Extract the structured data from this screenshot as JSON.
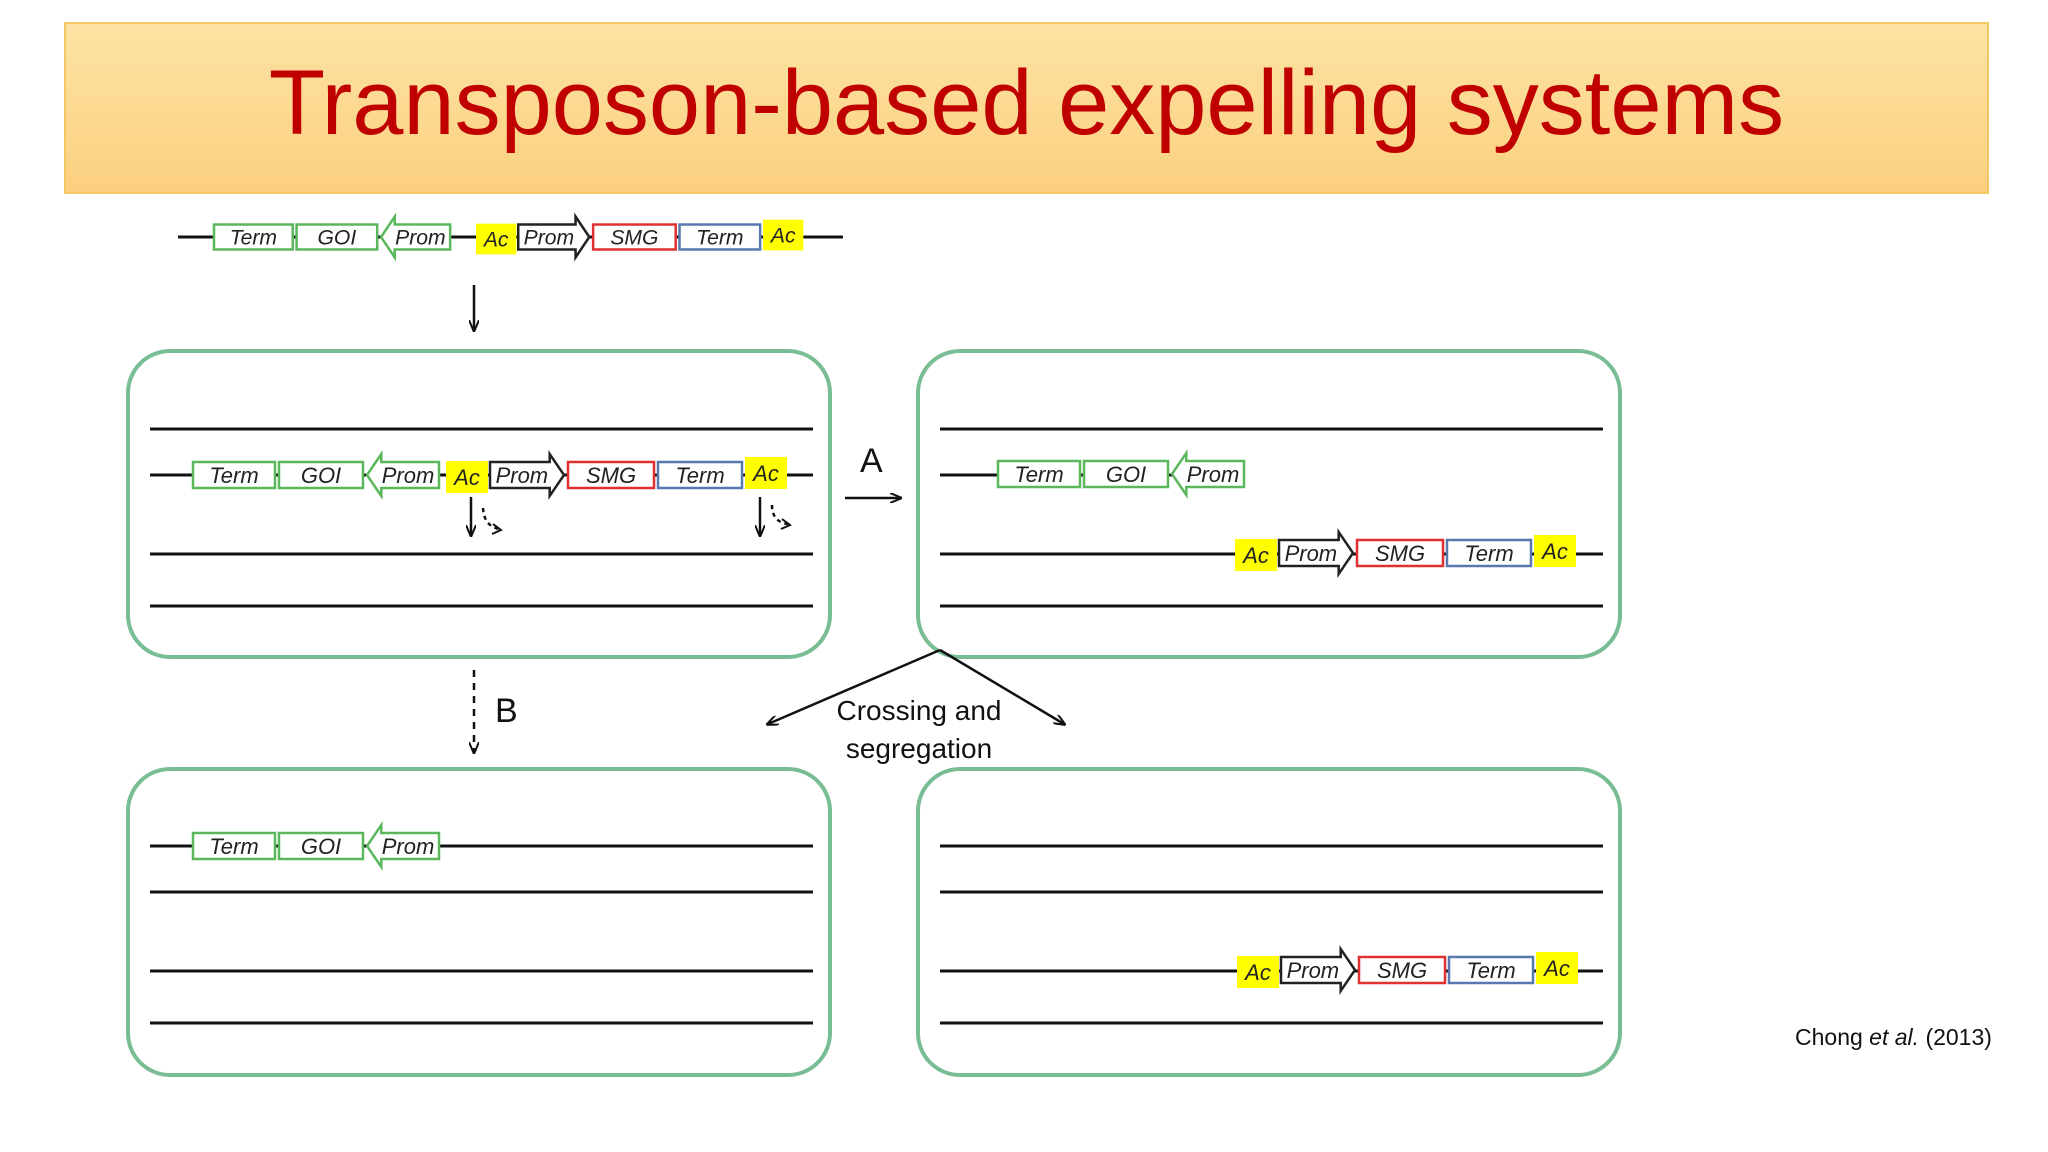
{
  "slide": {
    "title": "Transposon-based expelling systems",
    "citation": {
      "author": "Chong",
      "etal": "et al.",
      "year": "(2013)"
    }
  },
  "labels": {
    "path_a": "A",
    "path_b": "B",
    "crossing_line1": "Crossing and",
    "crossing_line2": "segregation"
  },
  "genes": {
    "term": "Term",
    "goi": "GOI",
    "prom": "Prom",
    "ac": "Ac",
    "smg": "SMG"
  },
  "colors": {
    "title_red": "#c00000",
    "cell_border": "#79bd94",
    "goi_green": "#5bb75b",
    "smg_red": "#e03030",
    "term_blue": "#5878b0",
    "ac_yellow": "#ffff00"
  }
}
